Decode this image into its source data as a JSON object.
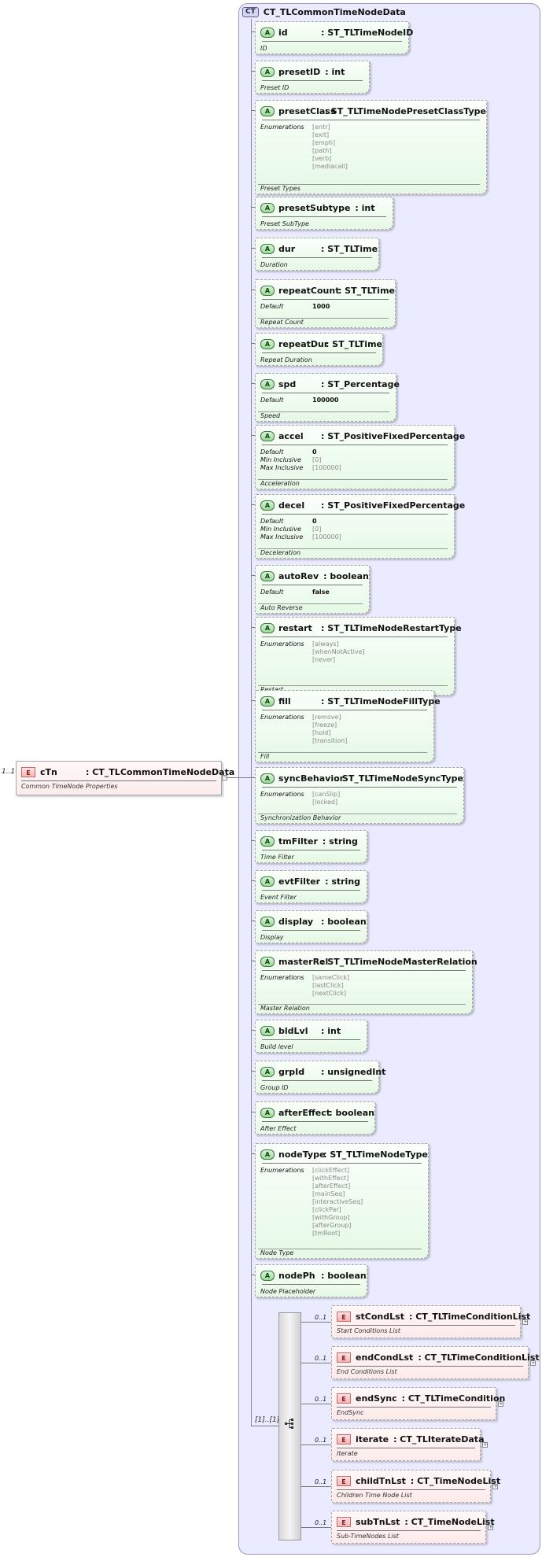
{
  "complex_type": {
    "badge": "CT",
    "name": "CT_TLCommonTimeNodeData"
  },
  "element": {
    "badge": "E",
    "name": "cTn",
    "type": ": CT_TLCommonTimeNodeData",
    "doc": "Common TimeNode Properties",
    "multiplicity": "1..1"
  },
  "sequence": {
    "multiplicity": "[1]..[1]"
  },
  "attributes": [
    {
      "badge": "A",
      "name": "id",
      "type": ": ST_TLTimeNodeID",
      "doc": "ID"
    },
    {
      "badge": "A",
      "name": "presetID",
      "type": ": int",
      "doc": "Preset ID"
    },
    {
      "badge": "A",
      "name": "presetClass",
      "type": ": ST_TLTimeNodePresetClassType",
      "doc": "Preset Types",
      "rows": [
        {
          "key": "Enumerations",
          "values": [
            "[entr]",
            "[exit]",
            "[emph]",
            "[path]",
            "[verb]",
            "[mediacall]"
          ]
        }
      ]
    },
    {
      "badge": "A",
      "name": "presetSubtype",
      "type": ": int",
      "doc": "Preset SubType"
    },
    {
      "badge": "A",
      "name": "dur",
      "type": ": ST_TLTime",
      "doc": "Duration"
    },
    {
      "badge": "A",
      "name": "repeatCount",
      "type": ": ST_TLTime",
      "doc": "Repeat Count",
      "rows": [
        {
          "key": "Default",
          "values": [
            "1000"
          ],
          "bold": true
        }
      ]
    },
    {
      "badge": "A",
      "name": "repeatDur",
      "type": ": ST_TLTime",
      "doc": "Repeat Duration"
    },
    {
      "badge": "A",
      "name": "spd",
      "type": ": ST_Percentage",
      "doc": "Speed",
      "rows": [
        {
          "key": "Default",
          "values": [
            "100000"
          ],
          "bold": true
        }
      ]
    },
    {
      "badge": "A",
      "name": "accel",
      "type": ": ST_PositiveFixedPercentage",
      "doc": "Acceleration",
      "rows": [
        {
          "key": "Default",
          "values": [
            "0"
          ],
          "bold": true
        },
        {
          "key": "Min Inclusive",
          "values": [
            "[0]"
          ]
        },
        {
          "key": "Max Inclusive",
          "values": [
            "[100000]"
          ]
        }
      ]
    },
    {
      "badge": "A",
      "name": "decel",
      "type": ": ST_PositiveFixedPercentage",
      "doc": "Deceleration",
      "rows": [
        {
          "key": "Default",
          "values": [
            "0"
          ],
          "bold": true
        },
        {
          "key": "Min Inclusive",
          "values": [
            "[0]"
          ]
        },
        {
          "key": "Max Inclusive",
          "values": [
            "[100000]"
          ]
        }
      ]
    },
    {
      "badge": "A",
      "name": "autoRev",
      "type": ": boolean",
      "doc": "Auto Reverse",
      "rows": [
        {
          "key": "Default",
          "values": [
            "false"
          ],
          "bold": true
        }
      ]
    },
    {
      "badge": "A",
      "name": "restart",
      "type": ": ST_TLTimeNodeRestartType",
      "doc": "Restart",
      "rows": [
        {
          "key": "Enumerations",
          "values": [
            "[always]",
            "[whenNotActive]",
            "[never]"
          ]
        }
      ]
    },
    {
      "badge": "A",
      "name": "fill",
      "type": ": ST_TLTimeNodeFillType",
      "doc": "Fill",
      "rows": [
        {
          "key": "Enumerations",
          "values": [
            "[remove]",
            "[freeze]",
            "[hold]",
            "[transition]"
          ]
        }
      ]
    },
    {
      "badge": "A",
      "name": "syncBehavior",
      "type": ": ST_TLTimeNodeSyncType",
      "doc": "Synchronization Behavior",
      "rows": [
        {
          "key": "Enumerations",
          "values": [
            "[canSlip]",
            "[locked]"
          ]
        }
      ]
    },
    {
      "badge": "A",
      "name": "tmFilter",
      "type": ": string",
      "doc": "Time Filter"
    },
    {
      "badge": "A",
      "name": "evtFilter",
      "type": ": string",
      "doc": "Event Filter"
    },
    {
      "badge": "A",
      "name": "display",
      "type": ": boolean",
      "doc": "Display"
    },
    {
      "badge": "A",
      "name": "masterRel",
      "type": ": ST_TLTimeNodeMasterRelation",
      "doc": "Master Relation",
      "rows": [
        {
          "key": "Enumerations",
          "values": [
            "[sameClick]",
            "[lastClick]",
            "[nextClick]"
          ]
        }
      ]
    },
    {
      "badge": "A",
      "name": "bldLvl",
      "type": ": int",
      "doc": "Build level"
    },
    {
      "badge": "A",
      "name": "grpId",
      "type": ": unsignedInt",
      "doc": "Group ID"
    },
    {
      "badge": "A",
      "name": "afterEffect",
      "type": ": boolean",
      "doc": "After Effect"
    },
    {
      "badge": "A",
      "name": "nodeType",
      "type": ": ST_TLTimeNodeType",
      "doc": "Node Type",
      "rows": [
        {
          "key": "Enumerations",
          "values": [
            "[clickEffect]",
            "[withEffect]",
            "[afterEffect]",
            "[mainSeq]",
            "[interactiveSeq]",
            "[clickPar]",
            "[withGroup]",
            "[afterGroup]",
            "[tmRoot]"
          ]
        }
      ]
    },
    {
      "badge": "A",
      "name": "nodePh",
      "type": ": boolean",
      "doc": "Node Placeholder"
    }
  ],
  "children": [
    {
      "badge": "E",
      "name": "stCondLst",
      "type": ": CT_TLTimeConditionList",
      "doc": "Start Conditions List",
      "multiplicity": "0..1"
    },
    {
      "badge": "E",
      "name": "endCondLst",
      "type": ": CT_TLTimeConditionList",
      "doc": "End Conditions List",
      "multiplicity": "0..1"
    },
    {
      "badge": "E",
      "name": "endSync",
      "type": ": CT_TLTimeCondition",
      "doc": "EndSync",
      "multiplicity": "0..1"
    },
    {
      "badge": "E",
      "name": "iterate",
      "type": ": CT_TLIterateData",
      "doc": "Iterate",
      "multiplicity": "0..1"
    },
    {
      "badge": "E",
      "name": "childTnLst",
      "type": ": CT_TimeNodeList",
      "doc": "Children Time Node List",
      "multiplicity": "0..1"
    },
    {
      "badge": "E",
      "name": "subTnLst",
      "type": ": CT_TimeNodeList",
      "doc": "Sub-TimeNodes List",
      "multiplicity": "0..1"
    }
  ]
}
